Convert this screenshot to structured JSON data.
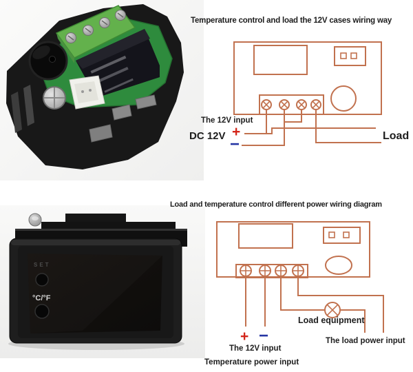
{
  "colors": {
    "wire": "#c1714e",
    "plus": "#d3261a",
    "minus": "#2636a4"
  },
  "section_top": {
    "title": "Temperature control and load the 12V cases wiring way",
    "labels": {
      "input_12v": "The 12V input",
      "dc_12v": "DC 12V",
      "plus": "+",
      "minus": "−",
      "load": "Load"
    }
  },
  "section_bottom": {
    "title": "Load and temperature control different power wiring diagram",
    "labels": {
      "plus": "+",
      "minus": "−",
      "input_12v": "The 12V input",
      "temperature_power": "Temperature power input",
      "load_equipment": "Load equipment",
      "load_power": "The load power input"
    }
  },
  "photo_front": {
    "set_button": "SET",
    "cf_button": "°C/°F"
  }
}
